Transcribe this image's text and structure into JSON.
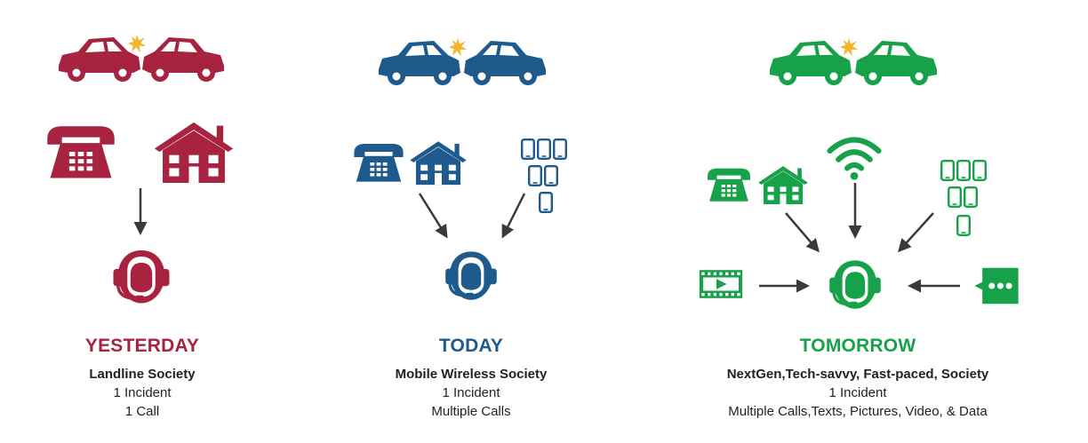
{
  "colors": {
    "yesterday": "#a8233f",
    "today": "#1e5b8c",
    "tomorrow": "#17a24a",
    "arrow": "#3a3a3a",
    "spark": "#f2b630"
  },
  "panels": [
    {
      "id": "yesterday",
      "era": "YESTERDAY",
      "society": "Landline Society",
      "line1": "1 Incident",
      "line2": "1 Call"
    },
    {
      "id": "today",
      "era": "TODAY",
      "society": "Mobile Wireless Society",
      "line1": "1 Incident",
      "line2": "Multiple Calls"
    },
    {
      "id": "tomorrow",
      "era": "TOMORROW",
      "society": "NextGen,Tech-savvy, Fast-paced, Society",
      "line1": "1 Incident",
      "line2": "Multiple Calls,Texts, Pictures, Video, & Data"
    }
  ],
  "icons": [
    "car-crash-icon",
    "landline-phone-icon",
    "house-icon",
    "mobile-phones-icon",
    "wifi-icon",
    "video-icon",
    "text-message-icon",
    "dispatcher-headset-icon",
    "arrow-icon"
  ]
}
